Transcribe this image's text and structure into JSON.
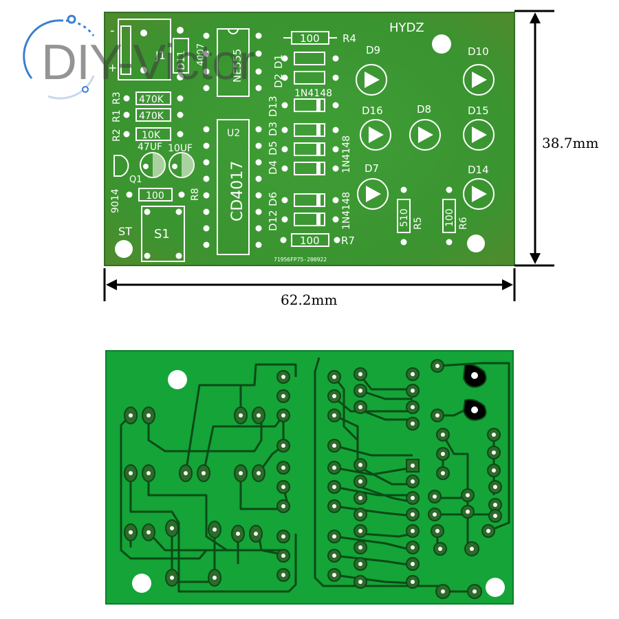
{
  "watermark": "DIY-Victor",
  "dimensions": {
    "width_label": "62.2mm",
    "height_label": "38.7mm"
  },
  "colors": {
    "board_top": "#3b9a33",
    "board_bottom": "#12a336",
    "trace": "#0b4a16",
    "silkscreen": "#ffffff"
  },
  "silkscreen": {
    "brand": "HYDZ",
    "J1": "J1",
    "minus": "-",
    "plus": "+",
    "D11": "D11",
    "D17": "4007",
    "ne555": "NE555",
    "r100_top": "100",
    "R4": "R4",
    "D1": "D1",
    "D2": "D2",
    "in4148_a": "1N4148",
    "D13": "D13",
    "D3": "D3",
    "D5": "D5",
    "D4": "D4",
    "D6": "D6",
    "D12": "D12",
    "in4148_b": "1N4148",
    "in4148_c": "1N4148",
    "R3": "R3",
    "R1": "R1",
    "R2": "R2",
    "r470k_1": "470K",
    "r470k_2": "470K",
    "r10k": "10K",
    "c47uf": "47UF",
    "c10uf": "10UF",
    "Q1": "Q1",
    "q9014": "9014",
    "r100_q": "100",
    "R8": "R8",
    "U2": "U2",
    "cd4017": "CD4017",
    "ST": "ST",
    "S1": "S1",
    "r100_bottom": "100",
    "R7": "R7",
    "r510": "510",
    "R5": "R5",
    "r100_r6": "100",
    "R6": "R6",
    "D9": "D9",
    "D10": "D10",
    "D16": "D16",
    "D8": "D8",
    "D15": "D15",
    "D7": "D7",
    "D14": "D14",
    "serial": "71956FP75-200922"
  }
}
